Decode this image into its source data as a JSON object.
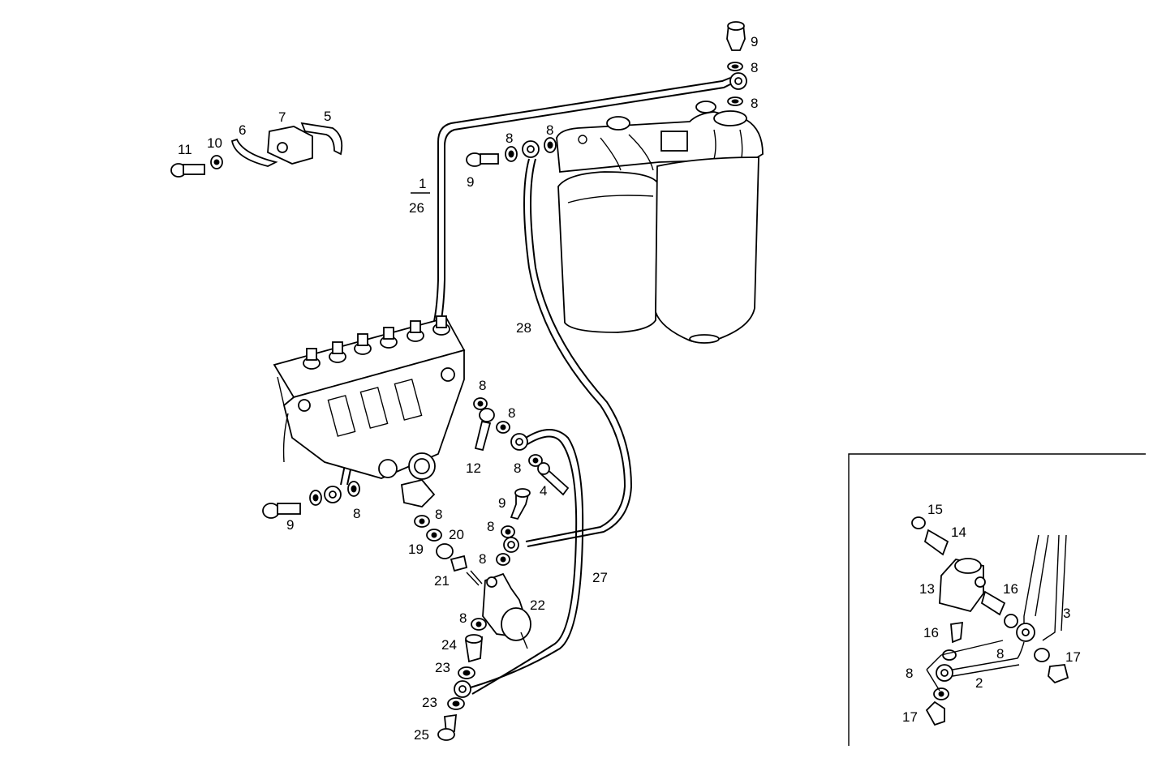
{
  "fraction": {
    "top": "1",
    "bottom": "26"
  },
  "labels": [
    {
      "id": "l9a",
      "text": "9"
    },
    {
      "id": "l8a",
      "text": "8"
    },
    {
      "id": "l8b",
      "text": "8"
    },
    {
      "id": "l11",
      "text": "11"
    },
    {
      "id": "l10",
      "text": "10"
    },
    {
      "id": "l6",
      "text": "6"
    },
    {
      "id": "l7",
      "text": "7"
    },
    {
      "id": "l5",
      "text": "5"
    },
    {
      "id": "l8c",
      "text": "8"
    },
    {
      "id": "l8d",
      "text": "8"
    },
    {
      "id": "l9b",
      "text": "9"
    },
    {
      "id": "l28",
      "text": "28"
    },
    {
      "id": "l8e",
      "text": "8"
    },
    {
      "id": "l8f",
      "text": "8"
    },
    {
      "id": "l12",
      "text": "12"
    },
    {
      "id": "l8g",
      "text": "8"
    },
    {
      "id": "l4",
      "text": "4"
    },
    {
      "id": "l9c",
      "text": "9"
    },
    {
      "id": "l8h",
      "text": "8"
    },
    {
      "id": "l8i",
      "text": "8"
    },
    {
      "id": "l8j",
      "text": "8"
    },
    {
      "id": "l9d",
      "text": "9"
    },
    {
      "id": "l19",
      "text": "19"
    },
    {
      "id": "l20",
      "text": "20"
    },
    {
      "id": "l8k",
      "text": "8"
    },
    {
      "id": "l21",
      "text": "21"
    },
    {
      "id": "l22",
      "text": "22"
    },
    {
      "id": "l27",
      "text": "27"
    },
    {
      "id": "l8l",
      "text": "8"
    },
    {
      "id": "l24",
      "text": "24"
    },
    {
      "id": "l23a",
      "text": "23"
    },
    {
      "id": "l23b",
      "text": "23"
    },
    {
      "id": "l25",
      "text": "25"
    },
    {
      "id": "l15",
      "text": "15"
    },
    {
      "id": "l14",
      "text": "14"
    },
    {
      "id": "l13",
      "text": "13"
    },
    {
      "id": "l16a",
      "text": "16"
    },
    {
      "id": "l16b",
      "text": "16"
    },
    {
      "id": "l3",
      "text": "3"
    },
    {
      "id": "l8m",
      "text": "8"
    },
    {
      "id": "l17a",
      "text": "17"
    },
    {
      "id": "l8n",
      "text": "8"
    },
    {
      "id": "l2",
      "text": "2"
    },
    {
      "id": "l17b",
      "text": "17"
    }
  ]
}
